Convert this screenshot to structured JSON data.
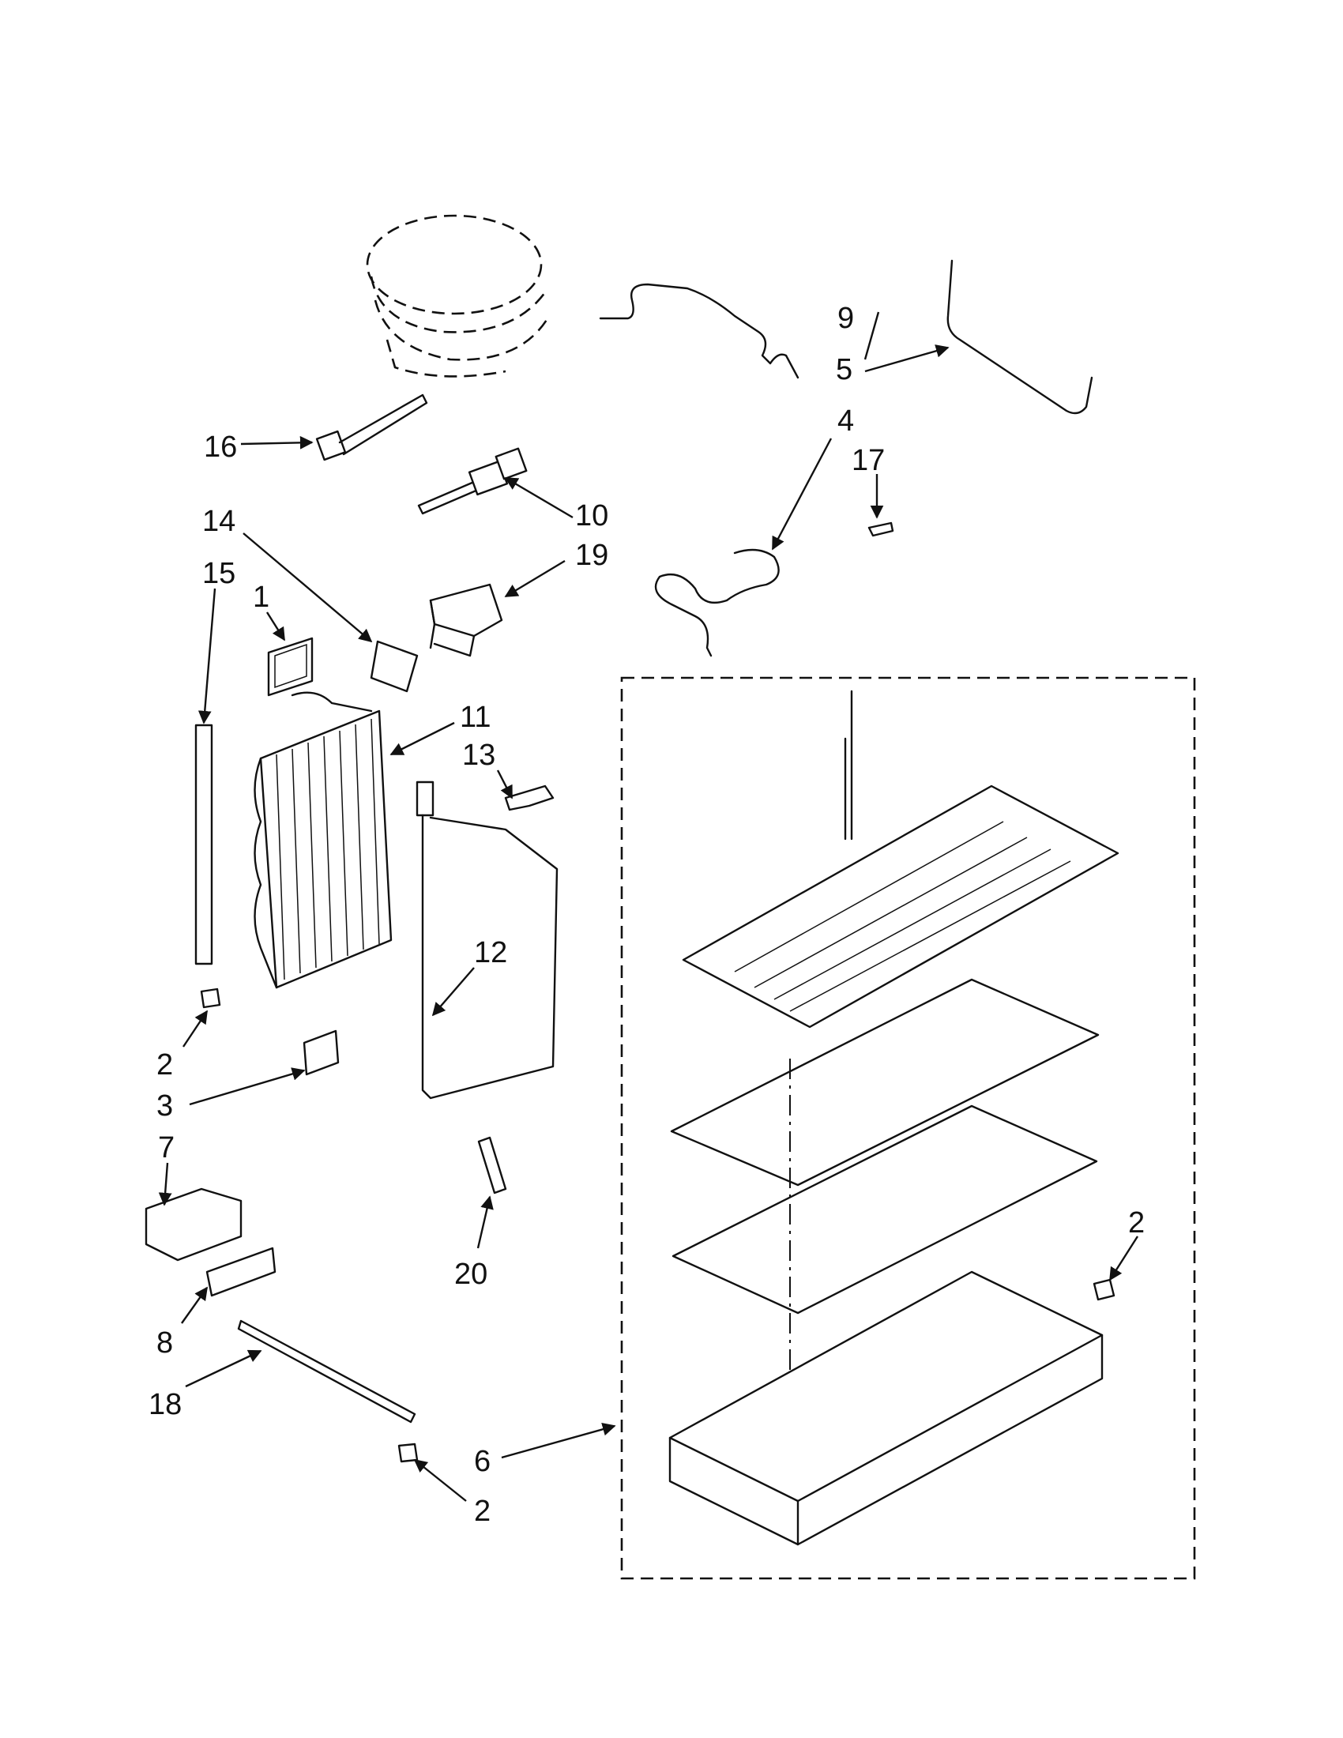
{
  "diagram": {
    "callouts": {
      "c1": "1",
      "c2a": "2",
      "c2b": "2",
      "c2c": "2",
      "c3": "3",
      "c4": "4",
      "c5": "5",
      "c6": "6",
      "c7": "7",
      "c8": "8",
      "c9": "9",
      "c10": "10",
      "c11": "11",
      "c12": "12",
      "c13": "13",
      "c14": "14",
      "c15": "15",
      "c16": "16",
      "c17": "17",
      "c18": "18",
      "c19": "19",
      "c20": "20"
    }
  }
}
